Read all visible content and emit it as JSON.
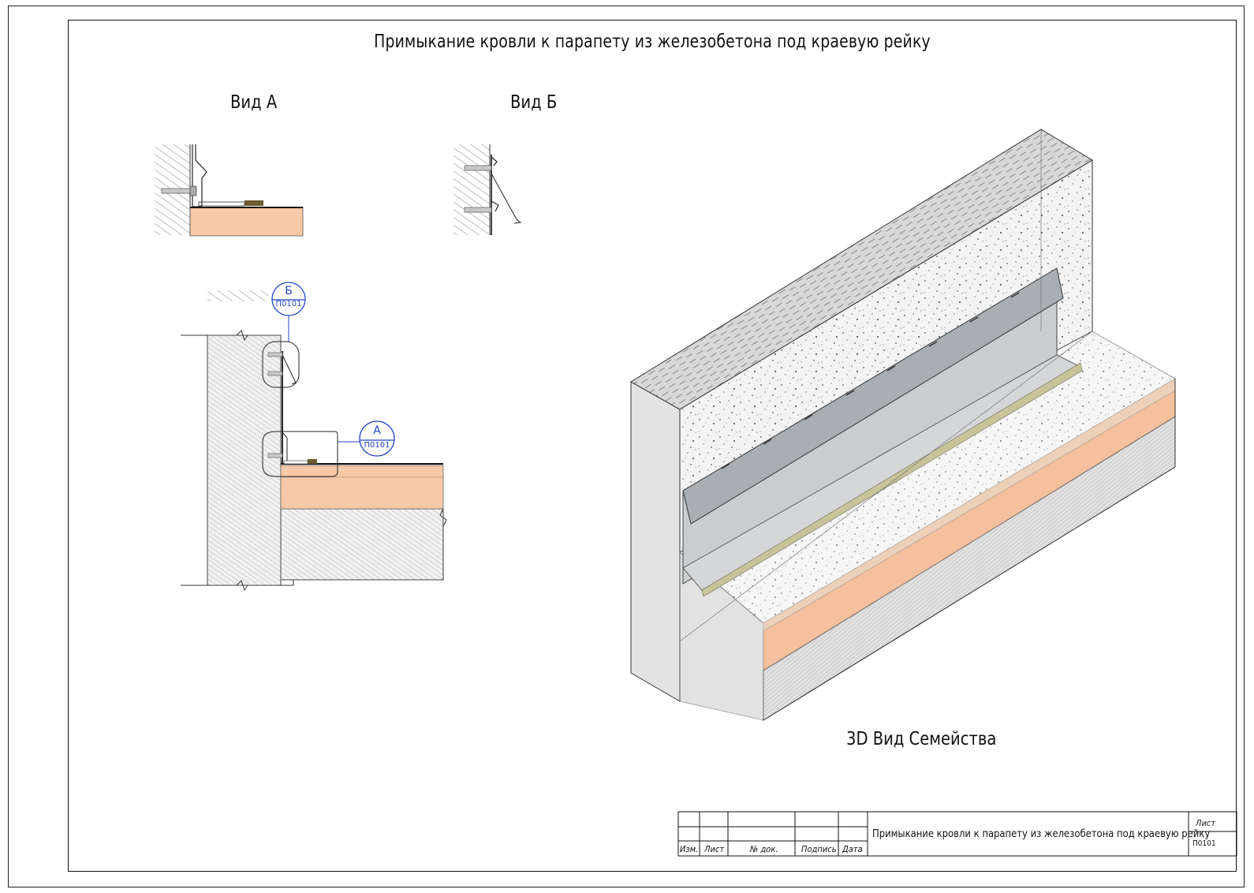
{
  "sheet": {
    "title": "Примыкание кровли к парапету из железобетона под краевую рейку"
  },
  "views": {
    "view_a": "Вид А",
    "view_b": "Вид Б",
    "view_3d": "3D Вид Семейства"
  },
  "callouts": {
    "a": {
      "letter": "А",
      "sheet": "П0101"
    },
    "b": {
      "letter": "Б",
      "sheet": "П0101"
    }
  },
  "title_block": {
    "columns": [
      "Изм.",
      "Лист",
      "№ док.",
      "Подпись",
      "Дата"
    ],
    "description": "Примыкание кровли к парапету из железобетона под краевую рейку",
    "sheet_label": "Лист",
    "sheet_number": "П0101"
  },
  "colors": {
    "insulation": "#f7c9a6",
    "concrete_hatch": "#8a8a8a",
    "callout": "#2246c8",
    "flashing": "#cfd2d4"
  }
}
